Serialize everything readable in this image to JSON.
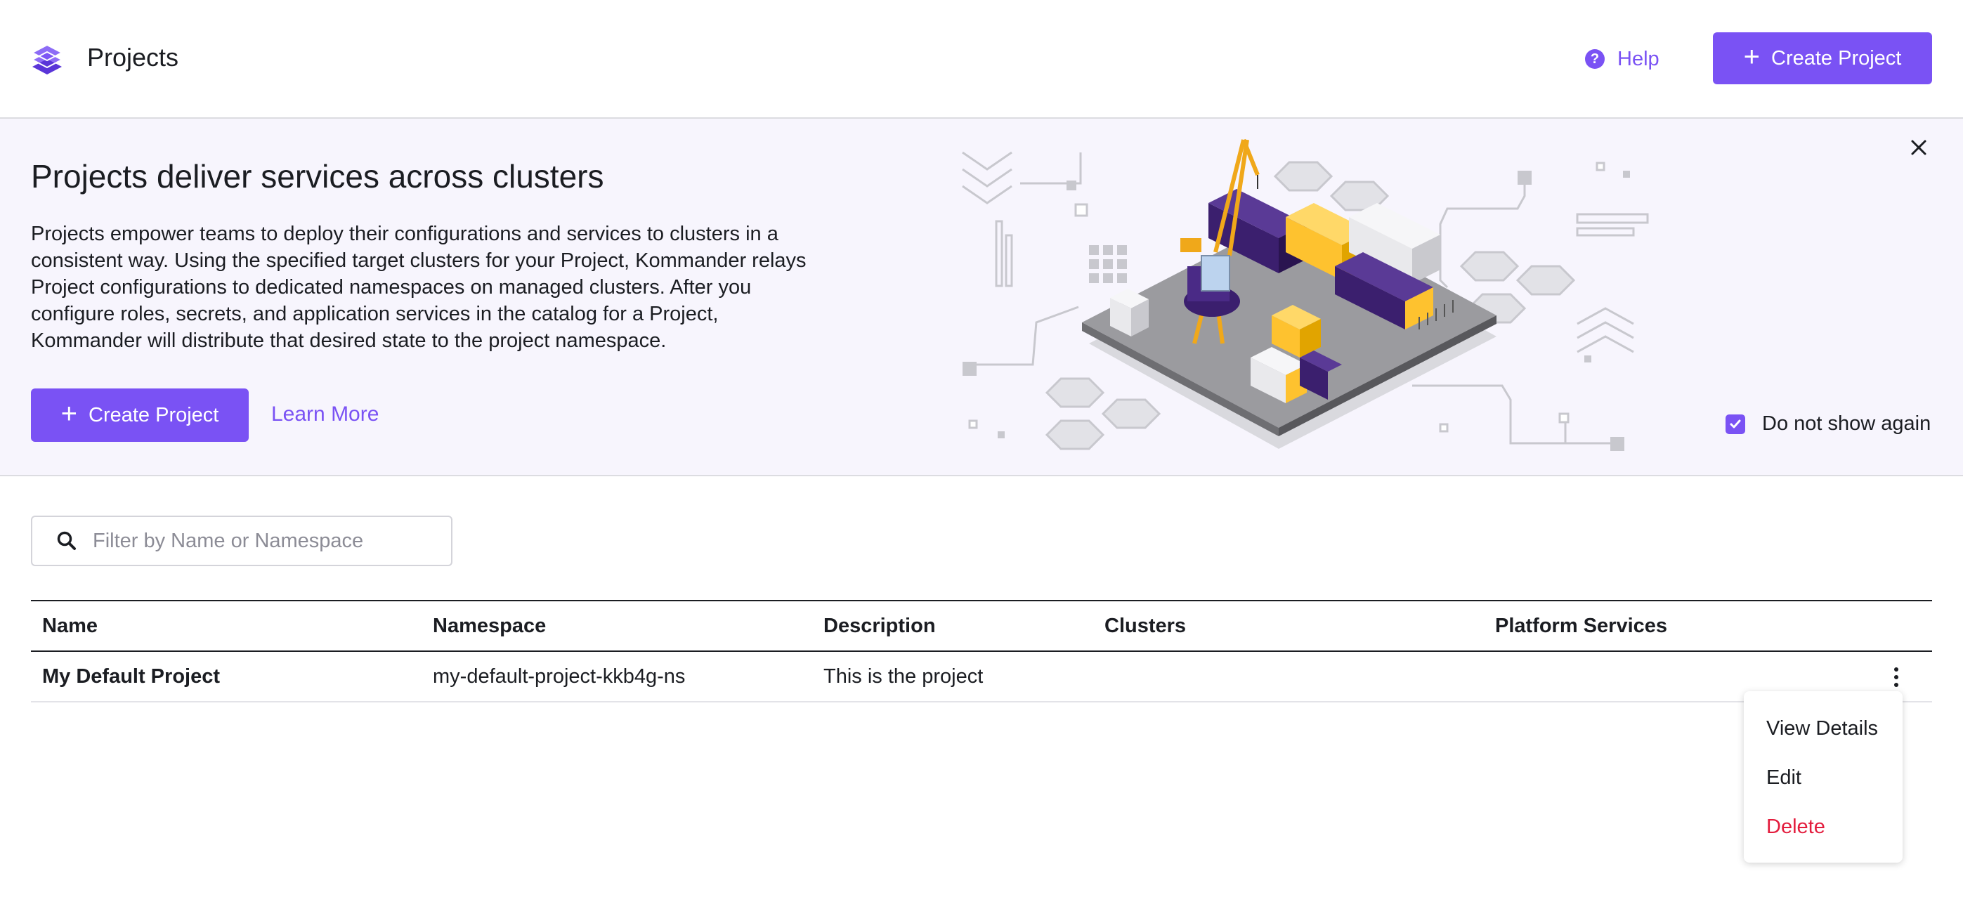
{
  "header": {
    "title": "Projects",
    "help_label": "Help",
    "create_label": "Create Project"
  },
  "banner": {
    "heading": "Projects deliver services across clusters",
    "body": "Projects empower teams to deploy their configurations and services to clusters in a consistent way. Using the specified target clusters for your Project, Kommander relays Project configurations to dedicated namespaces on managed clusters. After you configure roles, secrets, and application services in the catalog for a Project, Kommander will distribute that desired state to the project namespace.",
    "create_label": "Create Project",
    "learn_more_label": "Learn More",
    "dont_show_label": "Do not show again",
    "dont_show_checked": true
  },
  "filter": {
    "placeholder": "Filter by Name or Namespace",
    "value": ""
  },
  "table": {
    "columns": [
      "Name",
      "Namespace",
      "Description",
      "Clusters",
      "Platform Services"
    ],
    "rows": [
      {
        "name": "My Default Project",
        "namespace": "my-default-project-kkb4g-ns",
        "description": "This is the project",
        "clusters": "",
        "platform_services": ""
      }
    ]
  },
  "row_menu": {
    "items": [
      "View Details",
      "Edit",
      "Delete"
    ]
  },
  "colors": {
    "accent": "#7a52f4",
    "banner_bg": "#f7f5fd",
    "danger": "#e31c3d",
    "container_yellow": "#fec22f",
    "container_purple": "#3b1f6e"
  },
  "icons": {
    "logo": "stacked-layers-icon",
    "help": "question-circle-icon",
    "close": "close-icon",
    "search": "search-icon",
    "kebab": "kebab-menu-icon",
    "checkbox": "checkmark-icon"
  }
}
